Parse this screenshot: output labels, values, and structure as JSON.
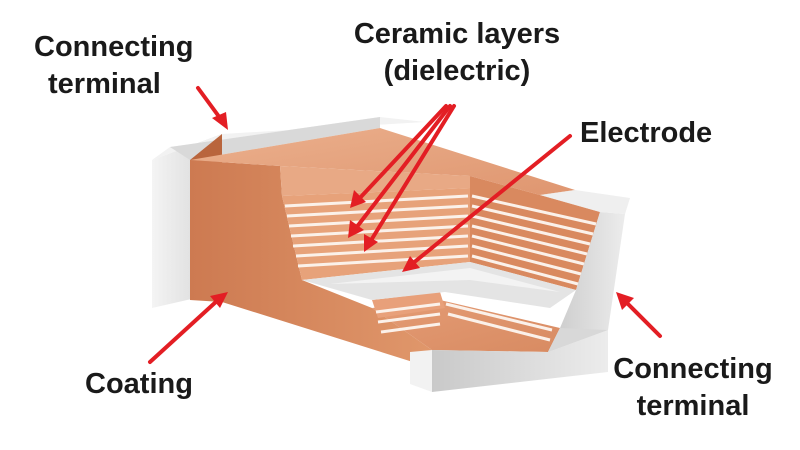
{
  "labels": {
    "terminal_top": [
      "Connecting",
      "terminal"
    ],
    "ceramic": [
      "Ceramic layers",
      "(dielectric)"
    ],
    "electrode": "Electrode",
    "coating": "Coating",
    "terminal_bottom": [
      "Connecting",
      "terminal"
    ]
  },
  "colors": {
    "arrow": "#e31e24",
    "text": "#1a1a1a",
    "ceramic_front": "#d27f55",
    "ceramic_top": "#e7a37c",
    "terminal_silver": "#e6e6e6",
    "electrode_line": "#fbf1ea"
  }
}
